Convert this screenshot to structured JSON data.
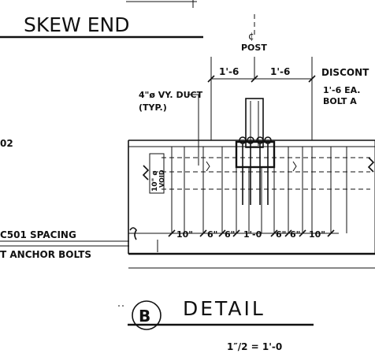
{
  "title": {
    "section_heading": "SKEW END",
    "detail_letter": "B",
    "detail_word": "DETAIL",
    "scale": "1″/2 = 1'-0"
  },
  "post_label": {
    "symbol": "¢",
    "word": "POST"
  },
  "callouts": {
    "duct": [
      "4\"ø VY. DUCT",
      "(TYP.)"
    ],
    "discont": [
      "DISCONT",
      "1'-6 EA.",
      "BOLT A"
    ],
    "c501": "C501 SPACING",
    "anchor_bolts": "T ANCHOR BOLTS",
    "left_number": "02",
    "void": [
      "10\" ø",
      "VOID"
    ]
  },
  "dimensions": {
    "top": [
      "1'-6",
      "1'-6"
    ],
    "bottom": [
      "10\"",
      "6\"",
      "6\"",
      "1'-0",
      "6\"",
      "6\"",
      "10\""
    ]
  },
  "colors": {
    "ink": "#111111",
    "paper": "#ffffff"
  }
}
